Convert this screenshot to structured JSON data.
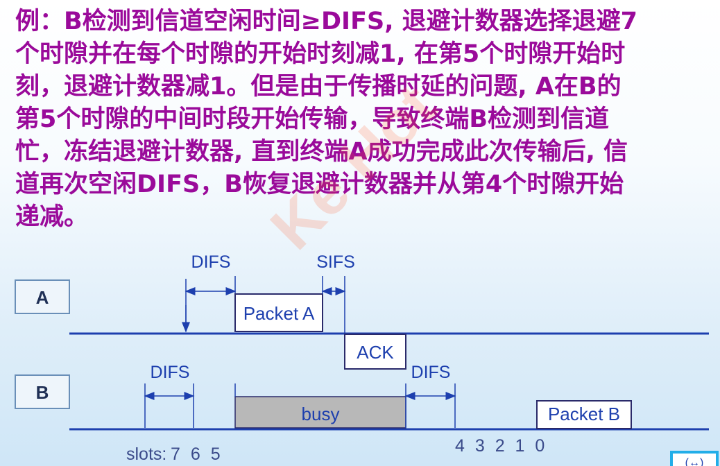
{
  "text": {
    "lines": [
      "例：B检测到信道空闲时间≥DIFS, 退避计数器选择退避7",
      "个时隙并在每个时隙的开始时刻减1, 在第5个时隙开始时",
      "刻，退避计数器减1。但是由于传播时延的问题, A在B的",
      "第5个时隙的中间时段开始传输，导致终端B检测到信道",
      "忙，冻结退避计数器, 直到终端A成功完成此次传输后, 信",
      "道再次空闲DIFS，B恢复退避计数器并从第4个时隙开始",
      "递减。"
    ]
  },
  "watermark": "Ke Hot",
  "diagram": {
    "station_a": "A",
    "station_b": "B",
    "difs_a": "DIFS",
    "sifs": "SIFS",
    "packet_a": "Packet A",
    "ack": "ACK",
    "difs_b1": "DIFS",
    "difs_b2": "DIFS",
    "busy": "busy",
    "packet_b": "Packet B",
    "slots_label": "slots:",
    "slots_first": "7 6 5",
    "slots_second": "4 3 2 1 0",
    "nav_icon": "corner-nav-icon"
  },
  "colors": {
    "text": "#9a0a9a",
    "line": "#1d3fae",
    "busy_fill": "#b8b8b8"
  }
}
